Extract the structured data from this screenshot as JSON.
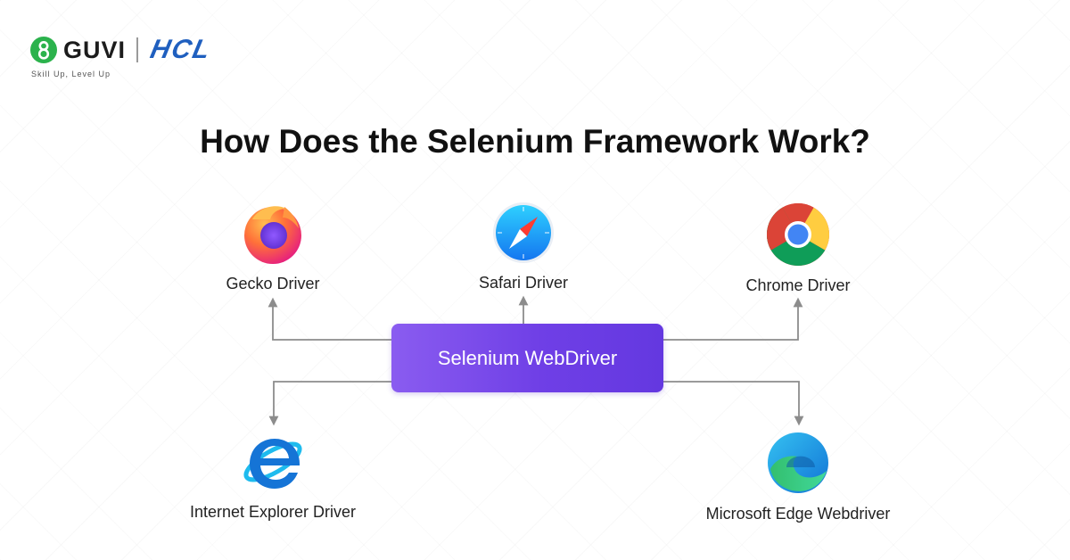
{
  "brand": {
    "guvi": "GUVI",
    "hcl": "HCL",
    "tagline": "Skill Up, Level Up"
  },
  "title": "How Does the Selenium Framework Work?",
  "hub": {
    "label": "Selenium WebDriver"
  },
  "nodes": {
    "gecko": {
      "label": "Gecko Driver",
      "icon": "firefox-icon"
    },
    "safari": {
      "label": "Safari Driver",
      "icon": "safari-icon"
    },
    "chrome": {
      "label": "Chrome Driver",
      "icon": "chrome-icon"
    },
    "ie": {
      "label": "Internet Explorer Driver",
      "icon": "internet-explorer-icon"
    },
    "edge": {
      "label": "Microsoft Edge Webdriver",
      "icon": "edge-icon"
    }
  },
  "colors": {
    "hub_start": "#8a5cf0",
    "hub_end": "#6438e0",
    "connector": "#8c8c8c",
    "guvi_green": "#2bb24c",
    "hcl_blue": "#1f5fbf"
  }
}
